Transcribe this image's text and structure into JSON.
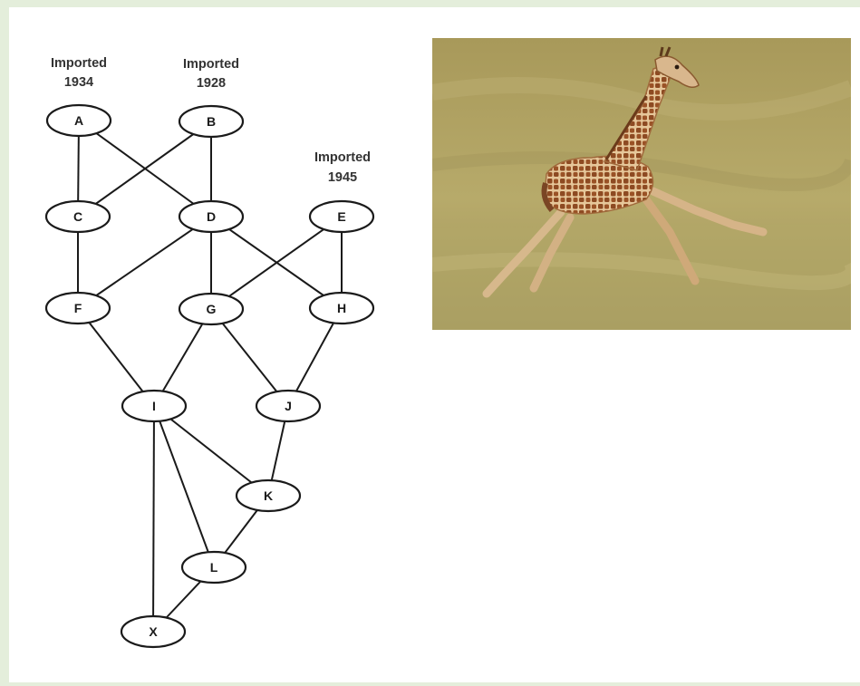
{
  "diagram": {
    "nodes": [
      {
        "id": "A",
        "label": "A"
      },
      {
        "id": "B",
        "label": "B"
      },
      {
        "id": "C",
        "label": "C"
      },
      {
        "id": "D",
        "label": "D"
      },
      {
        "id": "E",
        "label": "E"
      },
      {
        "id": "F",
        "label": "F"
      },
      {
        "id": "G",
        "label": "G"
      },
      {
        "id": "H",
        "label": "H"
      },
      {
        "id": "I",
        "label": "I"
      },
      {
        "id": "J",
        "label": "J"
      },
      {
        "id": "K",
        "label": "K"
      },
      {
        "id": "L",
        "label": "L"
      },
      {
        "id": "X",
        "label": "X"
      }
    ],
    "edges": [
      [
        "A",
        "C"
      ],
      [
        "A",
        "D"
      ],
      [
        "B",
        "C"
      ],
      [
        "B",
        "D"
      ],
      [
        "C",
        "F"
      ],
      [
        "D",
        "F"
      ],
      [
        "D",
        "G"
      ],
      [
        "D",
        "H"
      ],
      [
        "E",
        "G"
      ],
      [
        "E",
        "H"
      ],
      [
        "F",
        "I"
      ],
      [
        "G",
        "I"
      ],
      [
        "G",
        "J"
      ],
      [
        "H",
        "J"
      ],
      [
        "I",
        "K"
      ],
      [
        "I",
        "L"
      ],
      [
        "I",
        "X"
      ],
      [
        "J",
        "K"
      ],
      [
        "K",
        "L"
      ],
      [
        "L",
        "X"
      ]
    ],
    "notes": {
      "A": {
        "line1": "Imported",
        "line2": "1934"
      },
      "B": {
        "line1": "Imported",
        "line2": "1928"
      },
      "E": {
        "line1": "Imported",
        "line2": "1945"
      }
    }
  },
  "photo": {
    "subject": "giraffe"
  }
}
